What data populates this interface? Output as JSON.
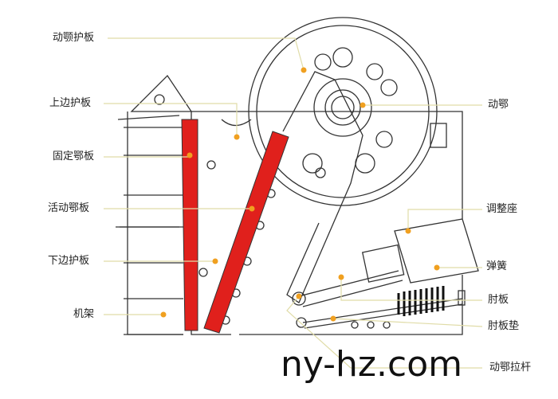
{
  "labels_left": [
    "动颚护板",
    "上边护板",
    "固定鄂板",
    "活动鄂板",
    "下边护板",
    "机架"
  ],
  "labels_right": [
    "动鄂",
    "调整座",
    "弹簧",
    "肘板",
    "肘板垫",
    "动鄂拉杆"
  ],
  "watermark": "ny-hz.com",
  "colors": {
    "jaw_plate": "#e0201c",
    "leader_line": "#e8e4b8",
    "marker_dot": "#f0a020",
    "outline": "#333333"
  }
}
